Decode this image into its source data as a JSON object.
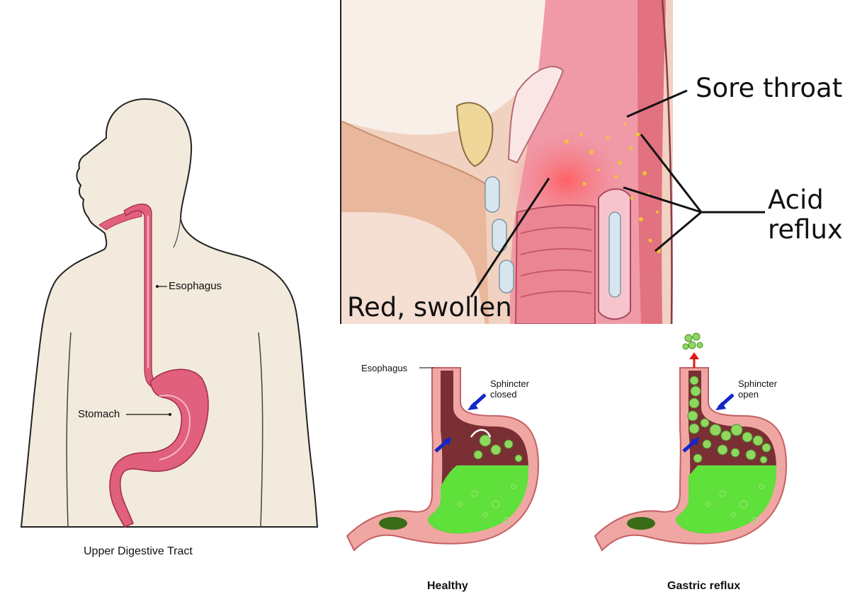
{
  "anatomy": {
    "esophagus_label": "Esophagus",
    "stomach_label": "Stomach",
    "caption": "Upper Digestive Tract"
  },
  "throat": {
    "sore_throat_label": "Sore throat",
    "acid_label_line1": "Acid",
    "acid_label_line2": "reflux",
    "red_swollen_label": "Red, swollen"
  },
  "comparison": {
    "esophagus_label": "Esophagus",
    "healthy": {
      "sphincter_line1": "Sphincter",
      "sphincter_line2": "closed",
      "caption": "Healthy"
    },
    "reflux": {
      "sphincter_line1": "Sphincter",
      "sphincter_line2": "open",
      "caption": "Gastric reflux"
    }
  },
  "colors": {
    "skin": "#f2eadc",
    "skin_outline": "#222222",
    "organ_pink": "#e0607e",
    "organ_light": "#f2a8b6",
    "stomach_wall": "#f0a7a3",
    "stomach_inner": "#7a2f34",
    "acid_green": "#5fe03a",
    "arrow_blue": "#1226c8",
    "reflux_red": "#e01818",
    "droplet_yellow": "#f2c23a"
  }
}
